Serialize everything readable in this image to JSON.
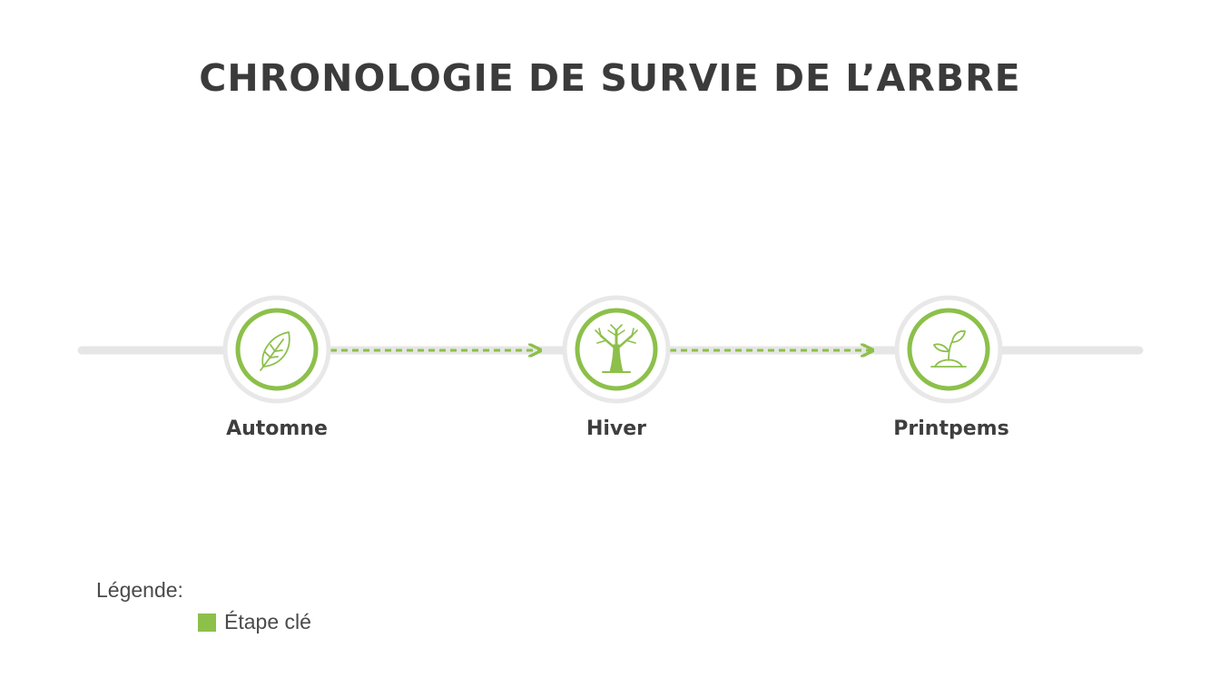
{
  "title": "CHRONOLOGIE DE SURVIE DE L’ARBRE",
  "colors": {
    "accent": "#8cc04a",
    "track": "#e6e6e6",
    "ring_outer": "#e8e8e8",
    "text": "#3d3d3d"
  },
  "stages": [
    {
      "label": "Automne",
      "icon": "leaf-icon"
    },
    {
      "label": "Hiver",
      "icon": "bare-tree-icon"
    },
    {
      "label": "Printpems",
      "icon": "sprout-icon"
    }
  ],
  "legend": {
    "title": "Légende:",
    "items": [
      {
        "label": "Étape clé",
        "color": "#8cc04a"
      }
    ]
  }
}
